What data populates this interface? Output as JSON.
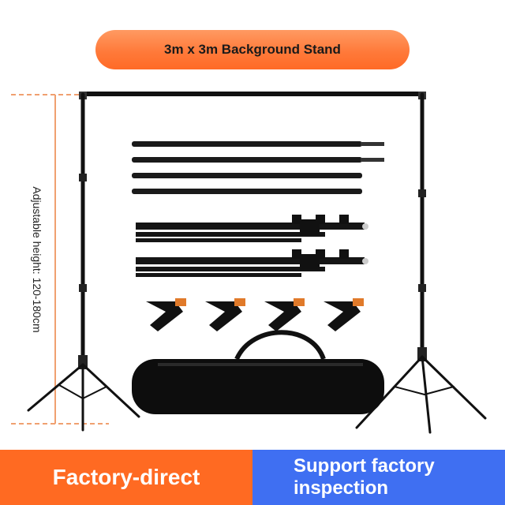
{
  "title": "3m x 3m Background Stand",
  "height_label": "Adjustable height: 120-180cm",
  "banner_left": "Factory-direct",
  "banner_right": "Support factory inspection",
  "colors": {
    "title_pill": "#ff7a3a",
    "banner_left": "#ff6a22",
    "banner_right": "#3f6ff2",
    "guide_dash": "#f0a070",
    "clamp_tip": "#e07a2a"
  }
}
